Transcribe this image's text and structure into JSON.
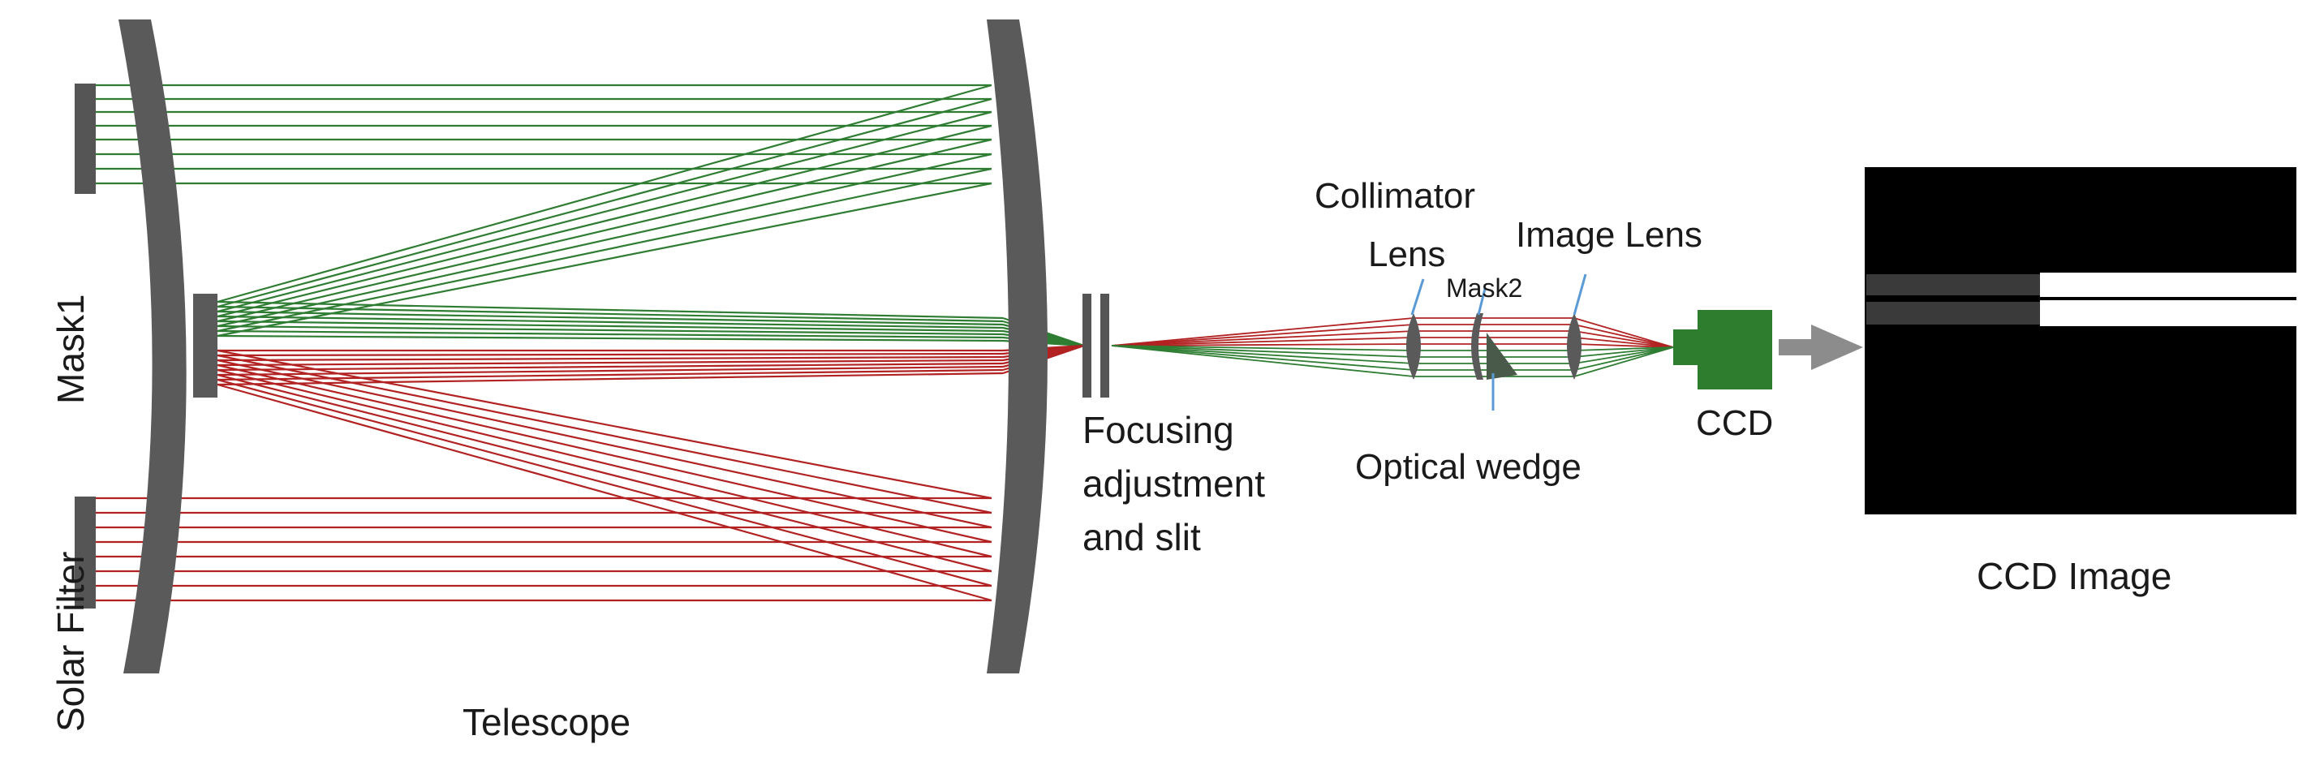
{
  "labels": {
    "mask1": "Mask1",
    "solar_filter": "Solar Filter",
    "telescope": "Telescope",
    "focusing_line1": "Focusing",
    "focusing_line2": "adjustment",
    "focusing_line3": "and slit",
    "collimator_line1": "Collimator",
    "collimator_line2": "Lens",
    "mask2": "Mask2",
    "image_lens": "Image Lens",
    "optical_wedge": "Optical wedge",
    "ccd": "CCD",
    "ccd_image": "CCD Image"
  },
  "colors": {
    "mirror": "#555555",
    "ray_green": "#2e7d32",
    "ray_red": "#b22222",
    "ccd_body": "#2e7d2e",
    "arrow": "#8c8c8c",
    "leader": "#5b9bd5",
    "ccd_image_bg": "#000000",
    "ccd_image_stripe": "#ffffff"
  },
  "icons": {
    "primary_mirror": "concave-mirror-icon",
    "secondary_mirror": "concave-mirror-icon",
    "ccd_camera": "camera-icon",
    "output_arrow": "arrow-right-icon"
  }
}
